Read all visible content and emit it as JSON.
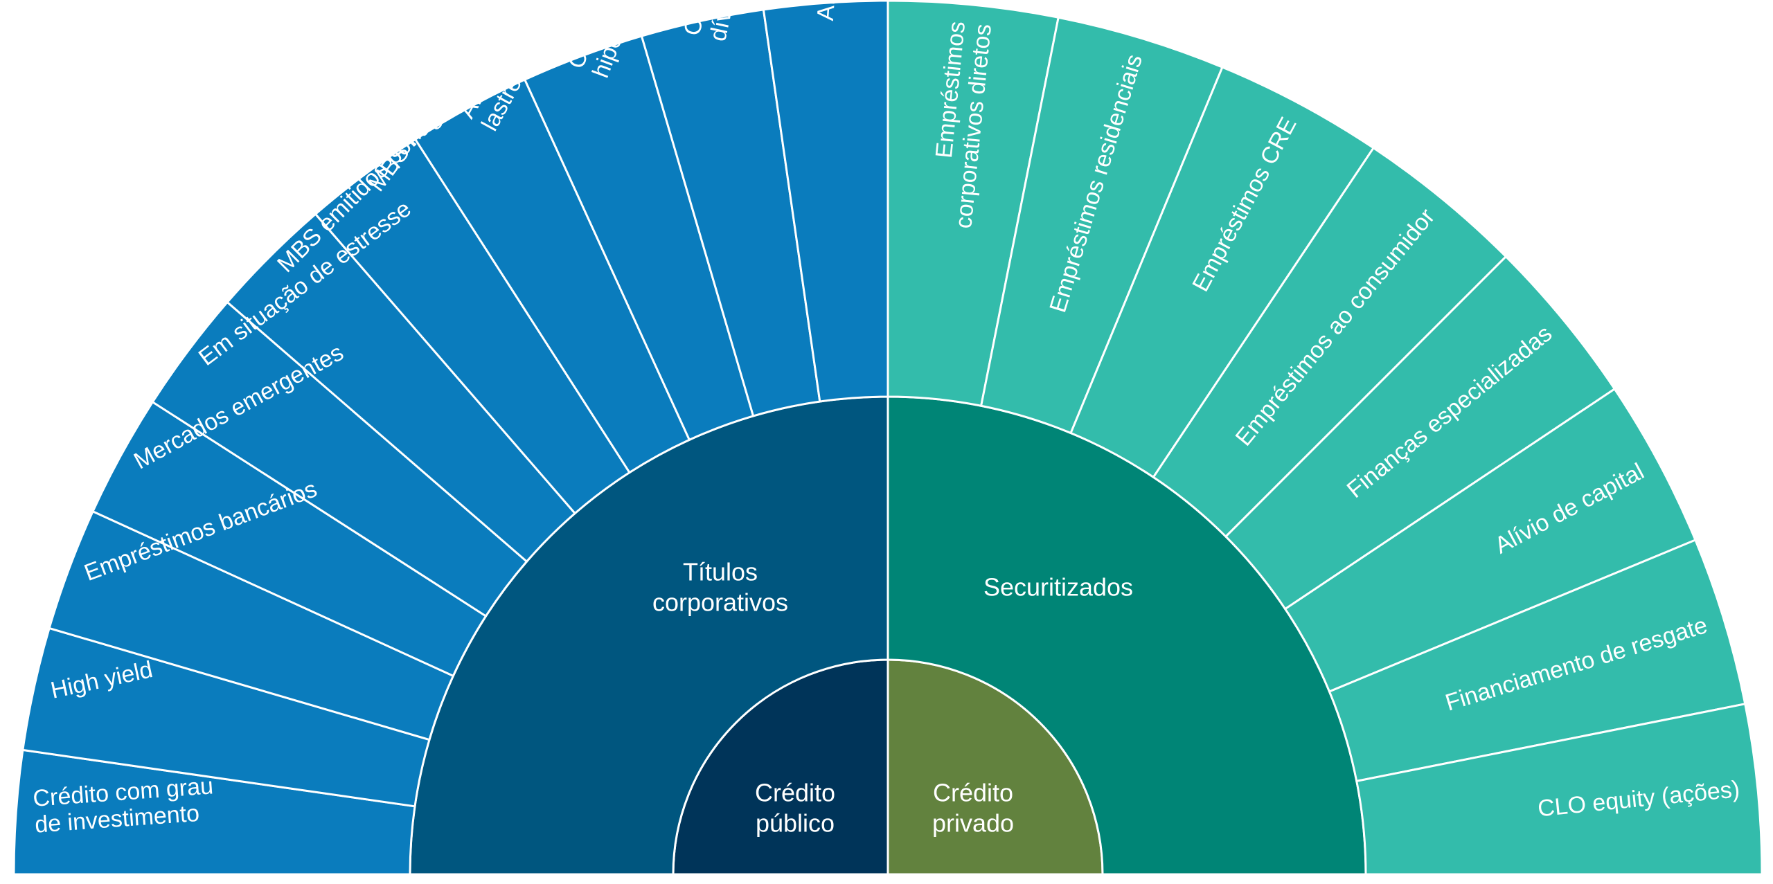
{
  "colors": {
    "public_inner": "#003459",
    "private_inner": "#62823e",
    "public_mid": "#00567f",
    "private_mid": "#008576",
    "public_outer": "#0a7cbd",
    "private_outer": "#33bcab",
    "text": "#ffffff",
    "divider": "#ffffff"
  },
  "inner": [
    {
      "lines": [
        "Crédito",
        "público"
      ]
    },
    {
      "lines": [
        "Crédito",
        "privado"
      ]
    }
  ],
  "middle": [
    {
      "lines": [
        "Títulos",
        "corporativos"
      ]
    },
    {
      "lines": [
        "Securitizados"
      ]
    }
  ],
  "public_outer": [
    {
      "lines": [
        "Crédito com grau",
        "de investimento"
      ]
    },
    {
      "lines": [
        "High yield"
      ]
    },
    {
      "lines": [
        "Empréstimos bancários"
      ]
    },
    {
      "lines": [
        "Mercados emergentes"
      ]
    },
    {
      "lines": [
        "Em situação de estresse"
      ]
    },
    {
      "lines": [
        "MBS emitidos por agências"
      ]
    },
    {
      "lines": [
        "MBS não vinculados a agências"
      ]
    },
    {
      "lines": [
        "ABS (Títulos",
        "lastreados por ativos)"
      ]
    },
    {
      "lines": [
        "CMBS (Títulos lastreados em",
        "hipotecas comerciais)"
      ]
    },
    {
      "lines": [
        "CLO (Obrigações de",
        "dívida colateralizadas)"
      ]
    },
    {
      "lines": [
        "ABS especializados"
      ]
    }
  ],
  "private_outer": [
    {
      "lines": [
        "Empréstimos",
        "corporativos diretos"
      ]
    },
    {
      "lines": [
        "Empréstimos residenciais"
      ]
    },
    {
      "lines": [
        "Empréstimos CRE"
      ]
    },
    {
      "lines": [
        "Empréstimos ao consumidor"
      ]
    },
    {
      "lines": [
        "Finanças especializadas"
      ]
    },
    {
      "lines": [
        "Alívio de capital"
      ]
    },
    {
      "lines": [
        "Financiamento de resgate"
      ]
    },
    {
      "lines": [
        "CLO equity (ações)"
      ]
    }
  ]
}
